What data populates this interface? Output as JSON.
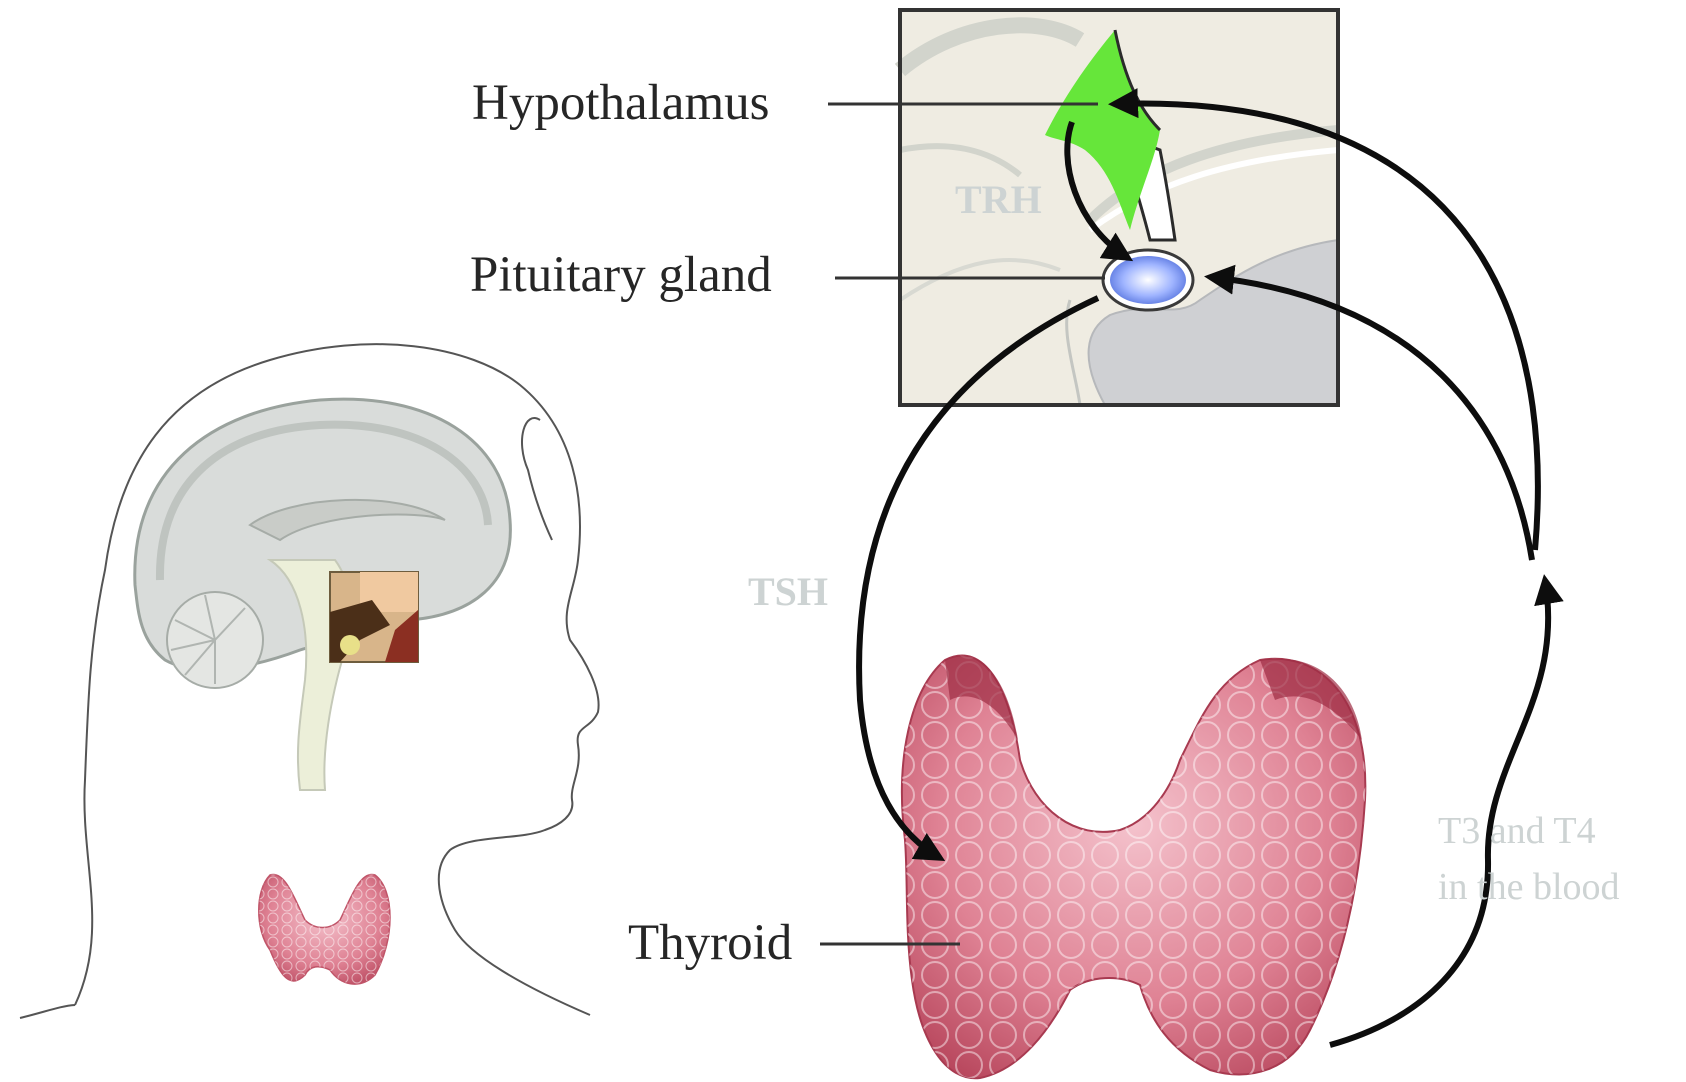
{
  "labels": {
    "hypothalamus": "Hypothalamus",
    "pituitary": "Pituitary gland",
    "thyroid": "Thyroid",
    "trh": "TRH",
    "tsh": "TSH",
    "t3t4_line1": "T3 and T4",
    "t3t4_line2": "in the blood"
  },
  "colors": {
    "hypothalamus": "#66e63a",
    "pituitary": "#7f9cff",
    "thyroid": "#d46275",
    "arrow": "#0d0d0d",
    "faint_text": "#cdd3d3",
    "inset_bg": "#efece2"
  }
}
